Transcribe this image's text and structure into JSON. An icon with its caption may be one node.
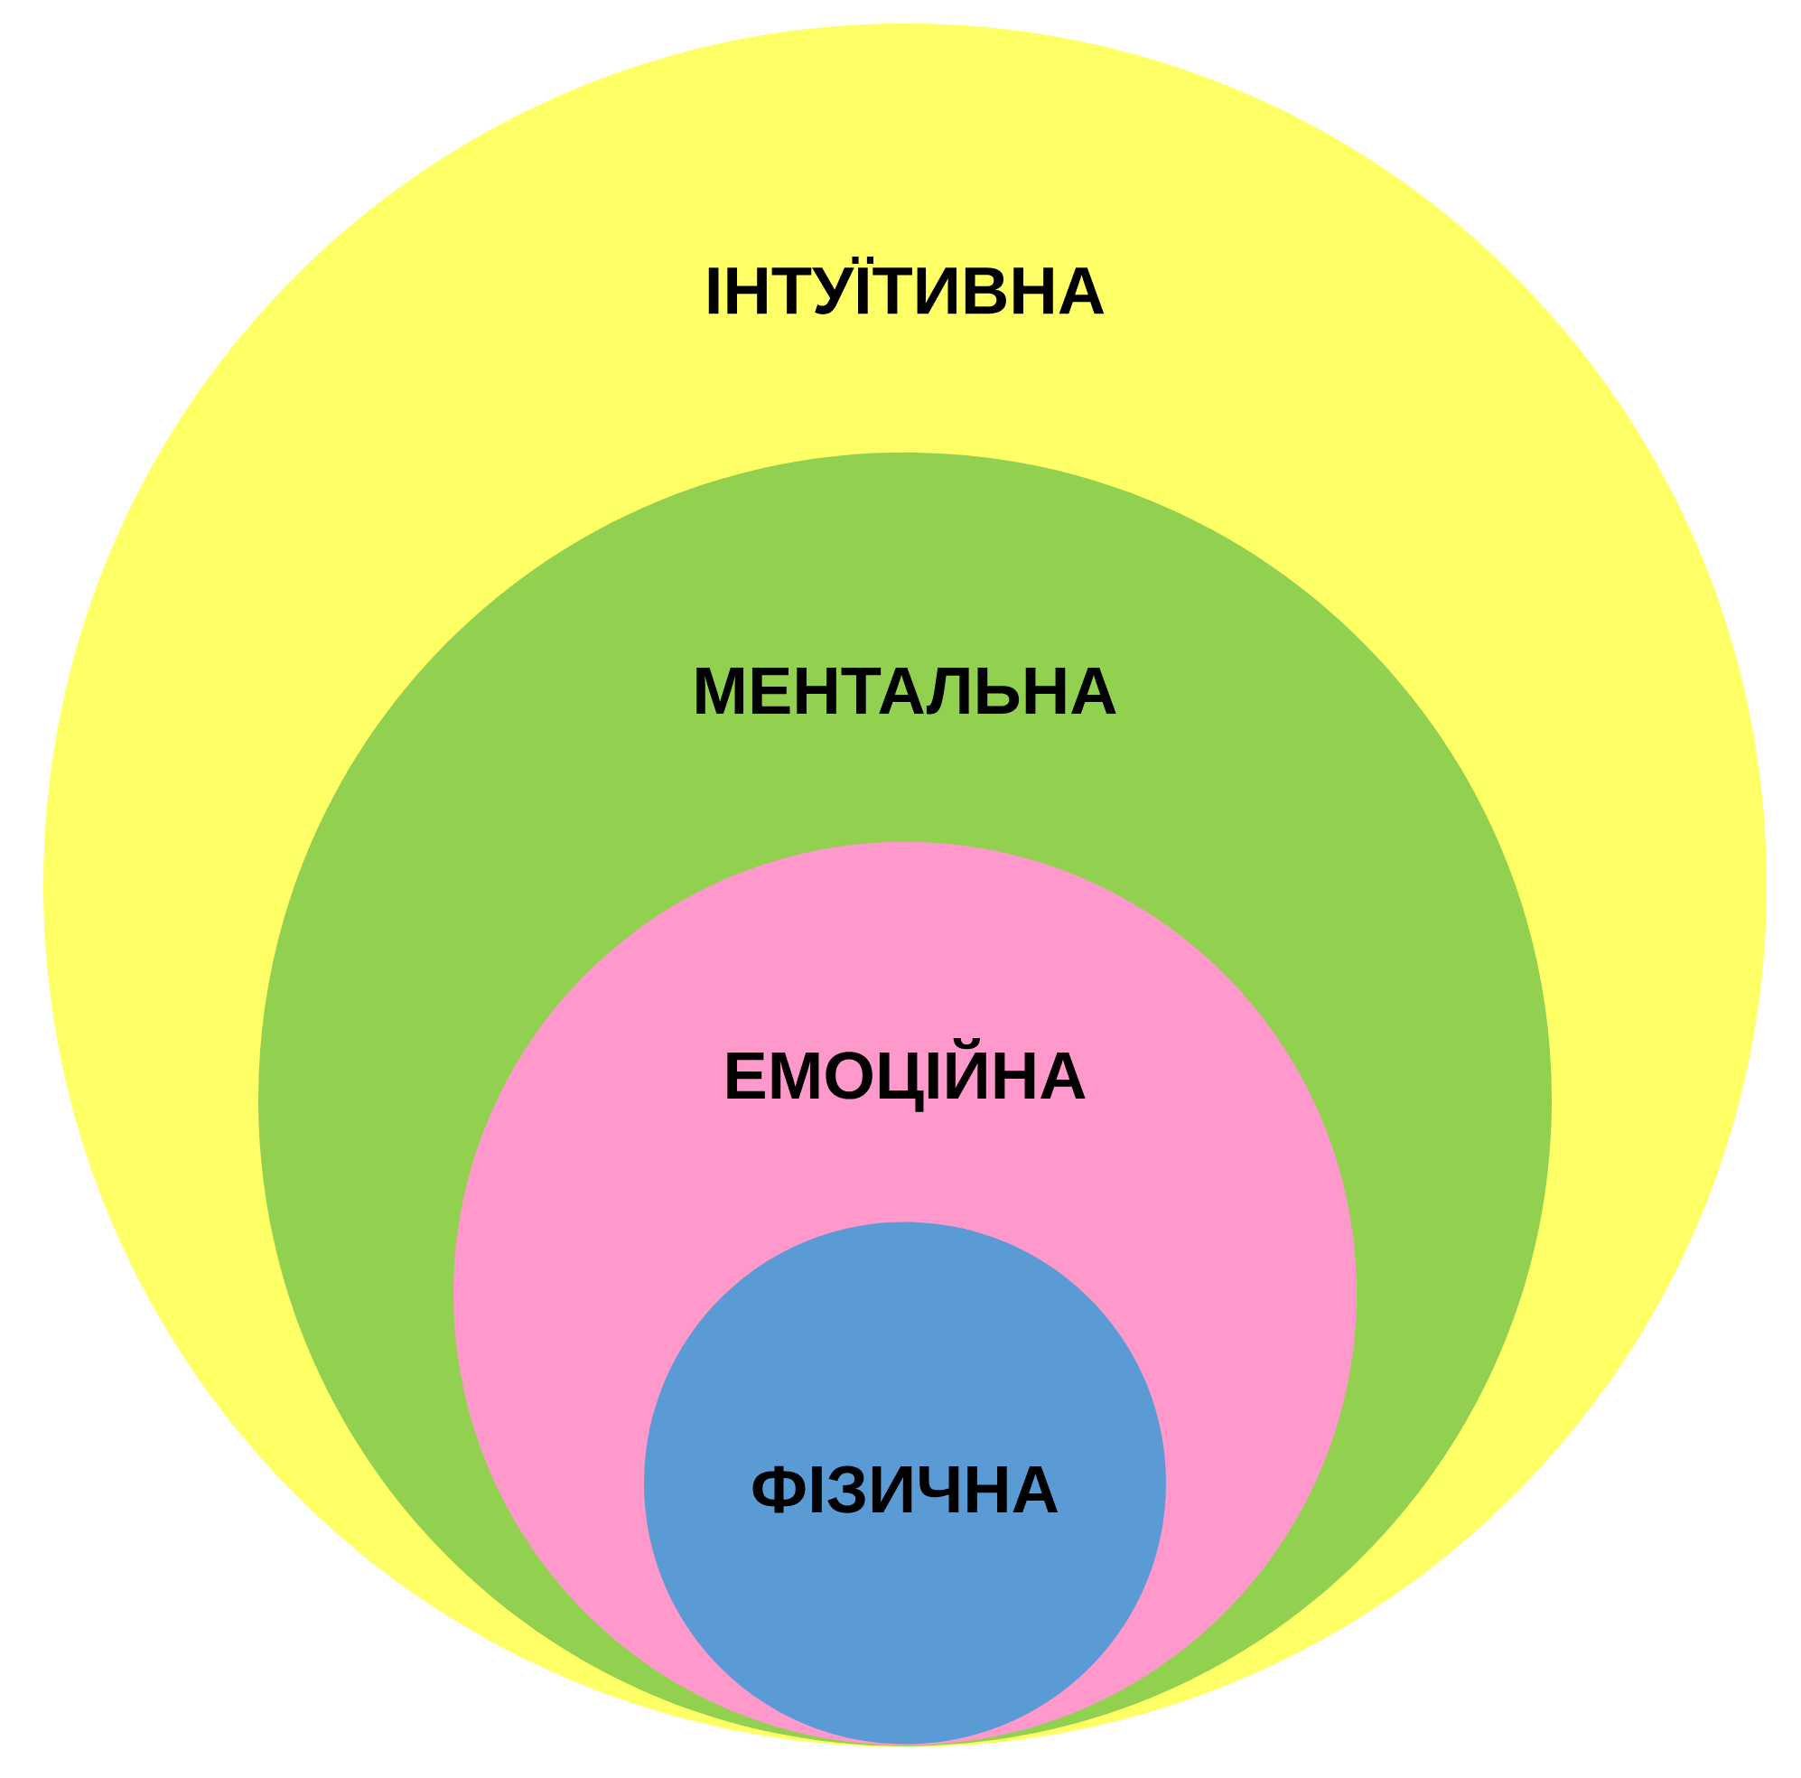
{
  "diagram": {
    "nodes": [
      {
        "text": [
          "ІНТУЇТИВНА"
        ]
      },
      {
        "text": [
          "МЕНТАЛЬНА"
        ],
        "in": 0
      },
      {
        "text": [
          "ЕМОЦІЙНА"
        ],
        "in": 1
      },
      {
        "text": [
          "ФІЗИЧНА"
        ],
        "in": 2
      }
    ]
  }
}
